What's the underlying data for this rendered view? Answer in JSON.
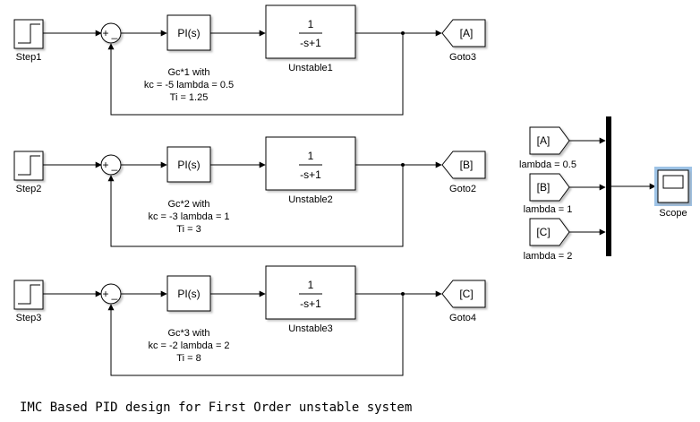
{
  "rows": [
    {
      "step_label": "Step1",
      "pi_label": "PI(s)",
      "tf_num": "1",
      "tf_den": "-s+1",
      "plant_label": "Unstable1",
      "goto_tag": "[A]",
      "goto_label": "Goto3",
      "sum_plus": "+",
      "sum_minus": "_",
      "ann_line1": "Gc*1 with",
      "ann_line2": "kc = -5 lambda = 0.5",
      "ann_line3": "Ti = 1.25"
    },
    {
      "step_label": "Step2",
      "pi_label": "PI(s)",
      "tf_num": "1",
      "tf_den": "-s+1",
      "plant_label": "Unstable2",
      "goto_tag": "[B]",
      "goto_label": "Goto2",
      "sum_plus": "+",
      "sum_minus": "_",
      "ann_line1": "Gc*2 with",
      "ann_line2": "kc = -3 lambda = 1",
      "ann_line3": "Ti = 3"
    },
    {
      "step_label": "Step3",
      "pi_label": "PI(s)",
      "tf_num": "1",
      "tf_den": "-s+1",
      "plant_label": "Unstable3",
      "goto_tag": "[C]",
      "goto_label": "Goto4",
      "sum_plus": "+",
      "sum_minus": "_",
      "ann_line1": "Gc*3 with",
      "ann_line2": "kc = -2 lambda = 2",
      "ann_line3": "Ti = 8"
    }
  ],
  "froms": [
    {
      "tag": "[A]",
      "label": "lambda = 0.5"
    },
    {
      "tag": "[B]",
      "label": "lambda = 1"
    },
    {
      "tag": "[C]",
      "label": "lambda = 2"
    }
  ],
  "scope_label": "Scope",
  "selection_color": "#9ec3e6",
  "title": "IMC Based PID design for First Order unstable system"
}
